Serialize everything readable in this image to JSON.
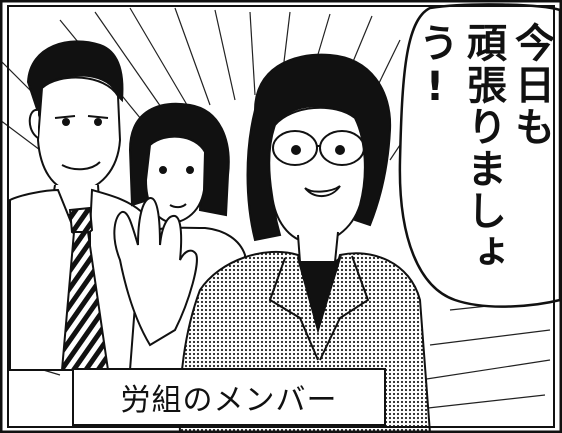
{
  "speech_balloon": {
    "line1": "今日も",
    "line2": "頑張りましょう!"
  },
  "caption": {
    "text": "労組のメンバー"
  },
  "colors": {
    "ink": "#111111",
    "paper": "#ffffff",
    "tone": "#9a9a9a"
  }
}
